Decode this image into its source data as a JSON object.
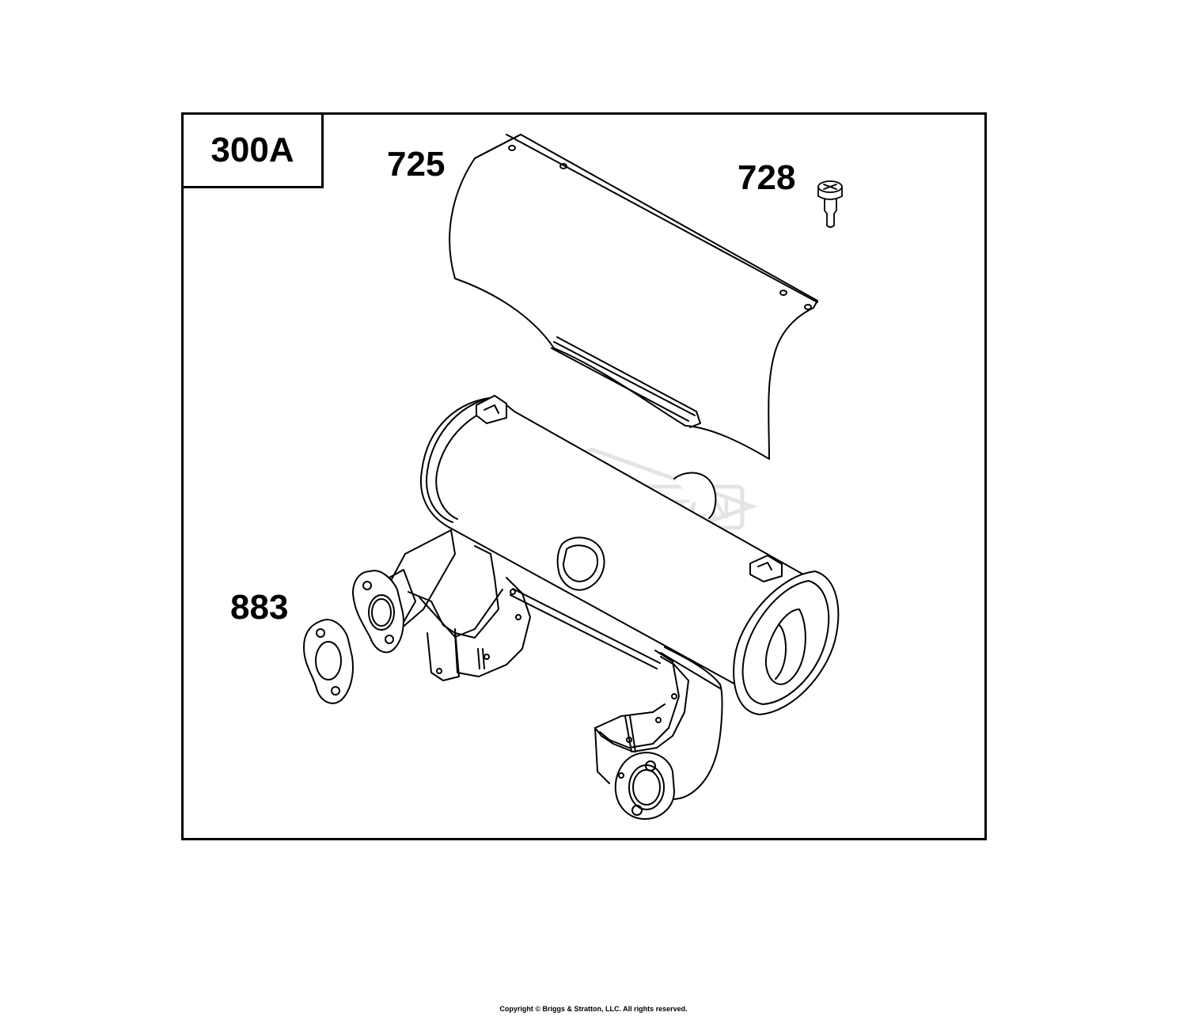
{
  "diagram": {
    "ref_code": "300A",
    "watermark": "BRIGGS&STRATTON",
    "watermark_registered": "®",
    "callouts": [
      {
        "id": "725",
        "label": "725"
      },
      {
        "id": "728",
        "label": "728"
      },
      {
        "id": "883",
        "label": "883"
      }
    ]
  },
  "footer": {
    "copyright": "Copyright © Briggs & Stratton, LLC. All rights reserved."
  },
  "colors": {
    "line": "#000000",
    "watermark": "#e4e4e4",
    "background": "#ffffff"
  }
}
